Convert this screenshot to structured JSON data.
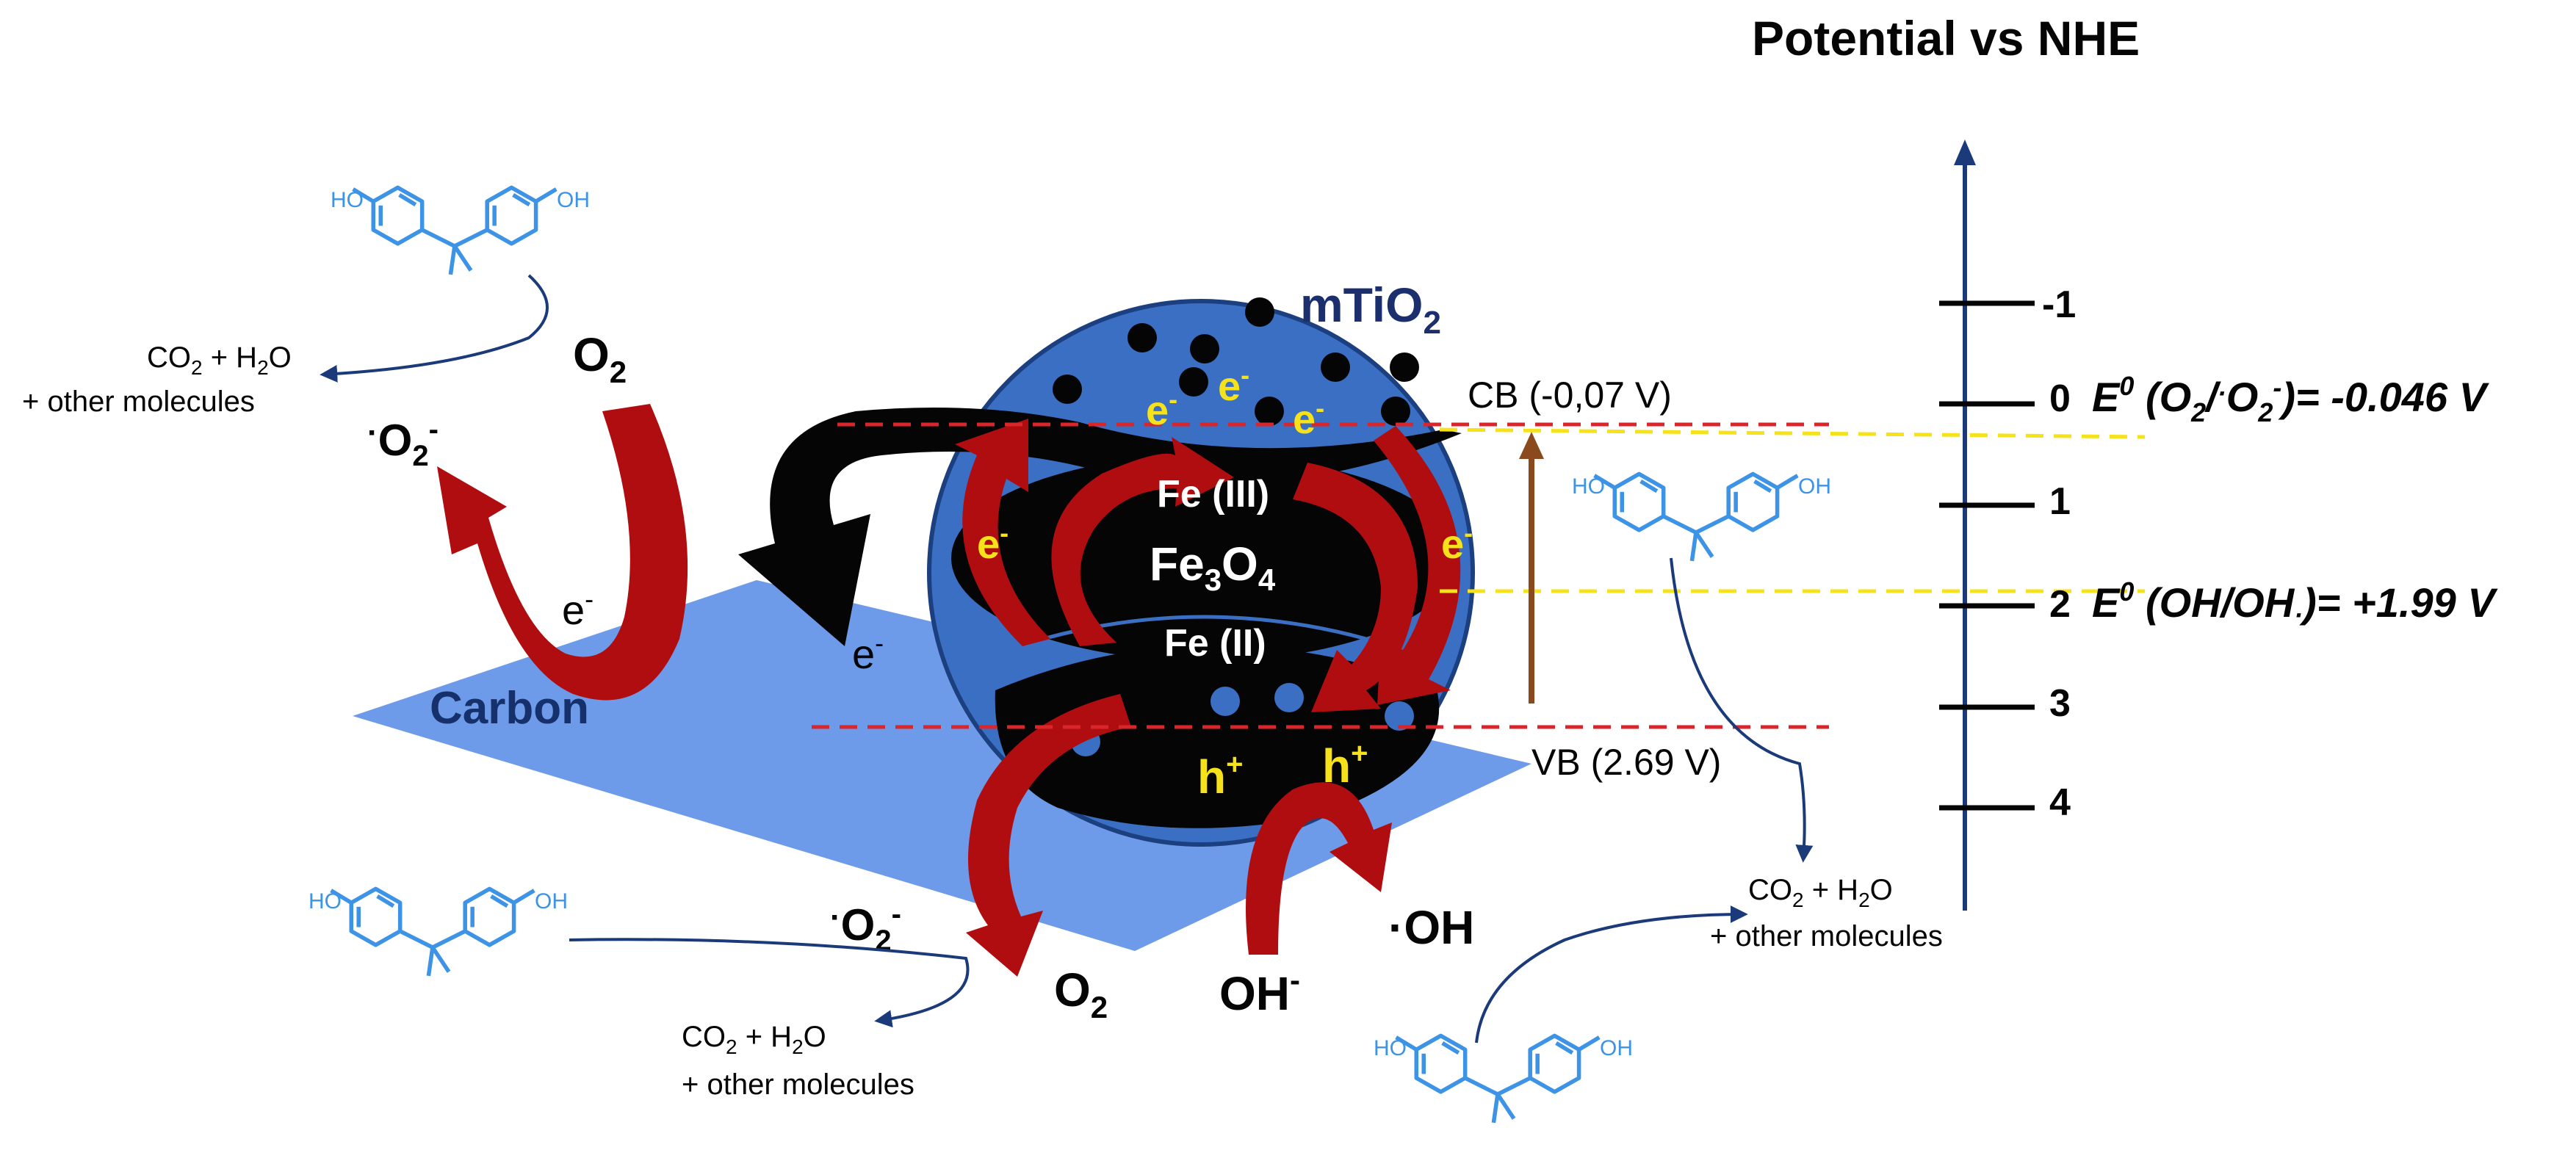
{
  "axis": {
    "title": "Potential vs NHE",
    "ticks": [
      "-1",
      "0",
      "1",
      "2",
      "3",
      "4"
    ]
  },
  "equations": {
    "o2_prefix": "E",
    "o2_sup": "0",
    "o2_body_a": " (O",
    "o2_sub2": "2",
    "o2_slash": "/",
    "o2_dot": "·",
    "o2_body_b": "O",
    "o2_sub2b": "2",
    "o2_minus": "-",
    "o2_value": ")= -0.046 V",
    "oh_prefix": "E",
    "oh_sup": "0",
    "oh_body": " (OH/OH",
    "oh_dot": "·",
    "oh_value": ")= +1.99 V"
  },
  "bands": {
    "cb": "CB (-0,07 V)",
    "vb": "VB (2.69 V)"
  },
  "particle": {
    "shell": "mTiO",
    "shell_sub": "2",
    "core": "Fe",
    "core_sub1": "3",
    "core_o": "O",
    "core_sub2": "4",
    "fe3": "Fe (III)",
    "fe2": "Fe (II)"
  },
  "charges": {
    "electron": "e",
    "electron_sup": "-",
    "hole": "h",
    "hole_sup": "+"
  },
  "species": {
    "o2": "O",
    "o2_sub": "2",
    "superoxide_dot": "·",
    "superoxide": "O",
    "superoxide_sub": "2",
    "superoxide_sup": "-",
    "hydroxyl": "·OH",
    "hydroxide": "OH",
    "hydroxide_sup": "-"
  },
  "support": {
    "label": "Carbon"
  },
  "products": {
    "line1_a": "CO",
    "line1_sub1": "2",
    "line1_b": " + H",
    "line1_sub2": "2",
    "line1_c": "O",
    "line2": "+ other molecules"
  },
  "molecule": {
    "oh": "HO",
    "oh2": "OH"
  },
  "colors": {
    "shell": "#3a6fc4",
    "core": "#050505",
    "red_arrow": "#b00d10",
    "carbon_plane": "#6d9be9",
    "molecule": "#3d93e6",
    "axis": "#1b3a7a",
    "yellow_text": "#f5e21a",
    "brown_arrow": "#8b4a1e"
  }
}
